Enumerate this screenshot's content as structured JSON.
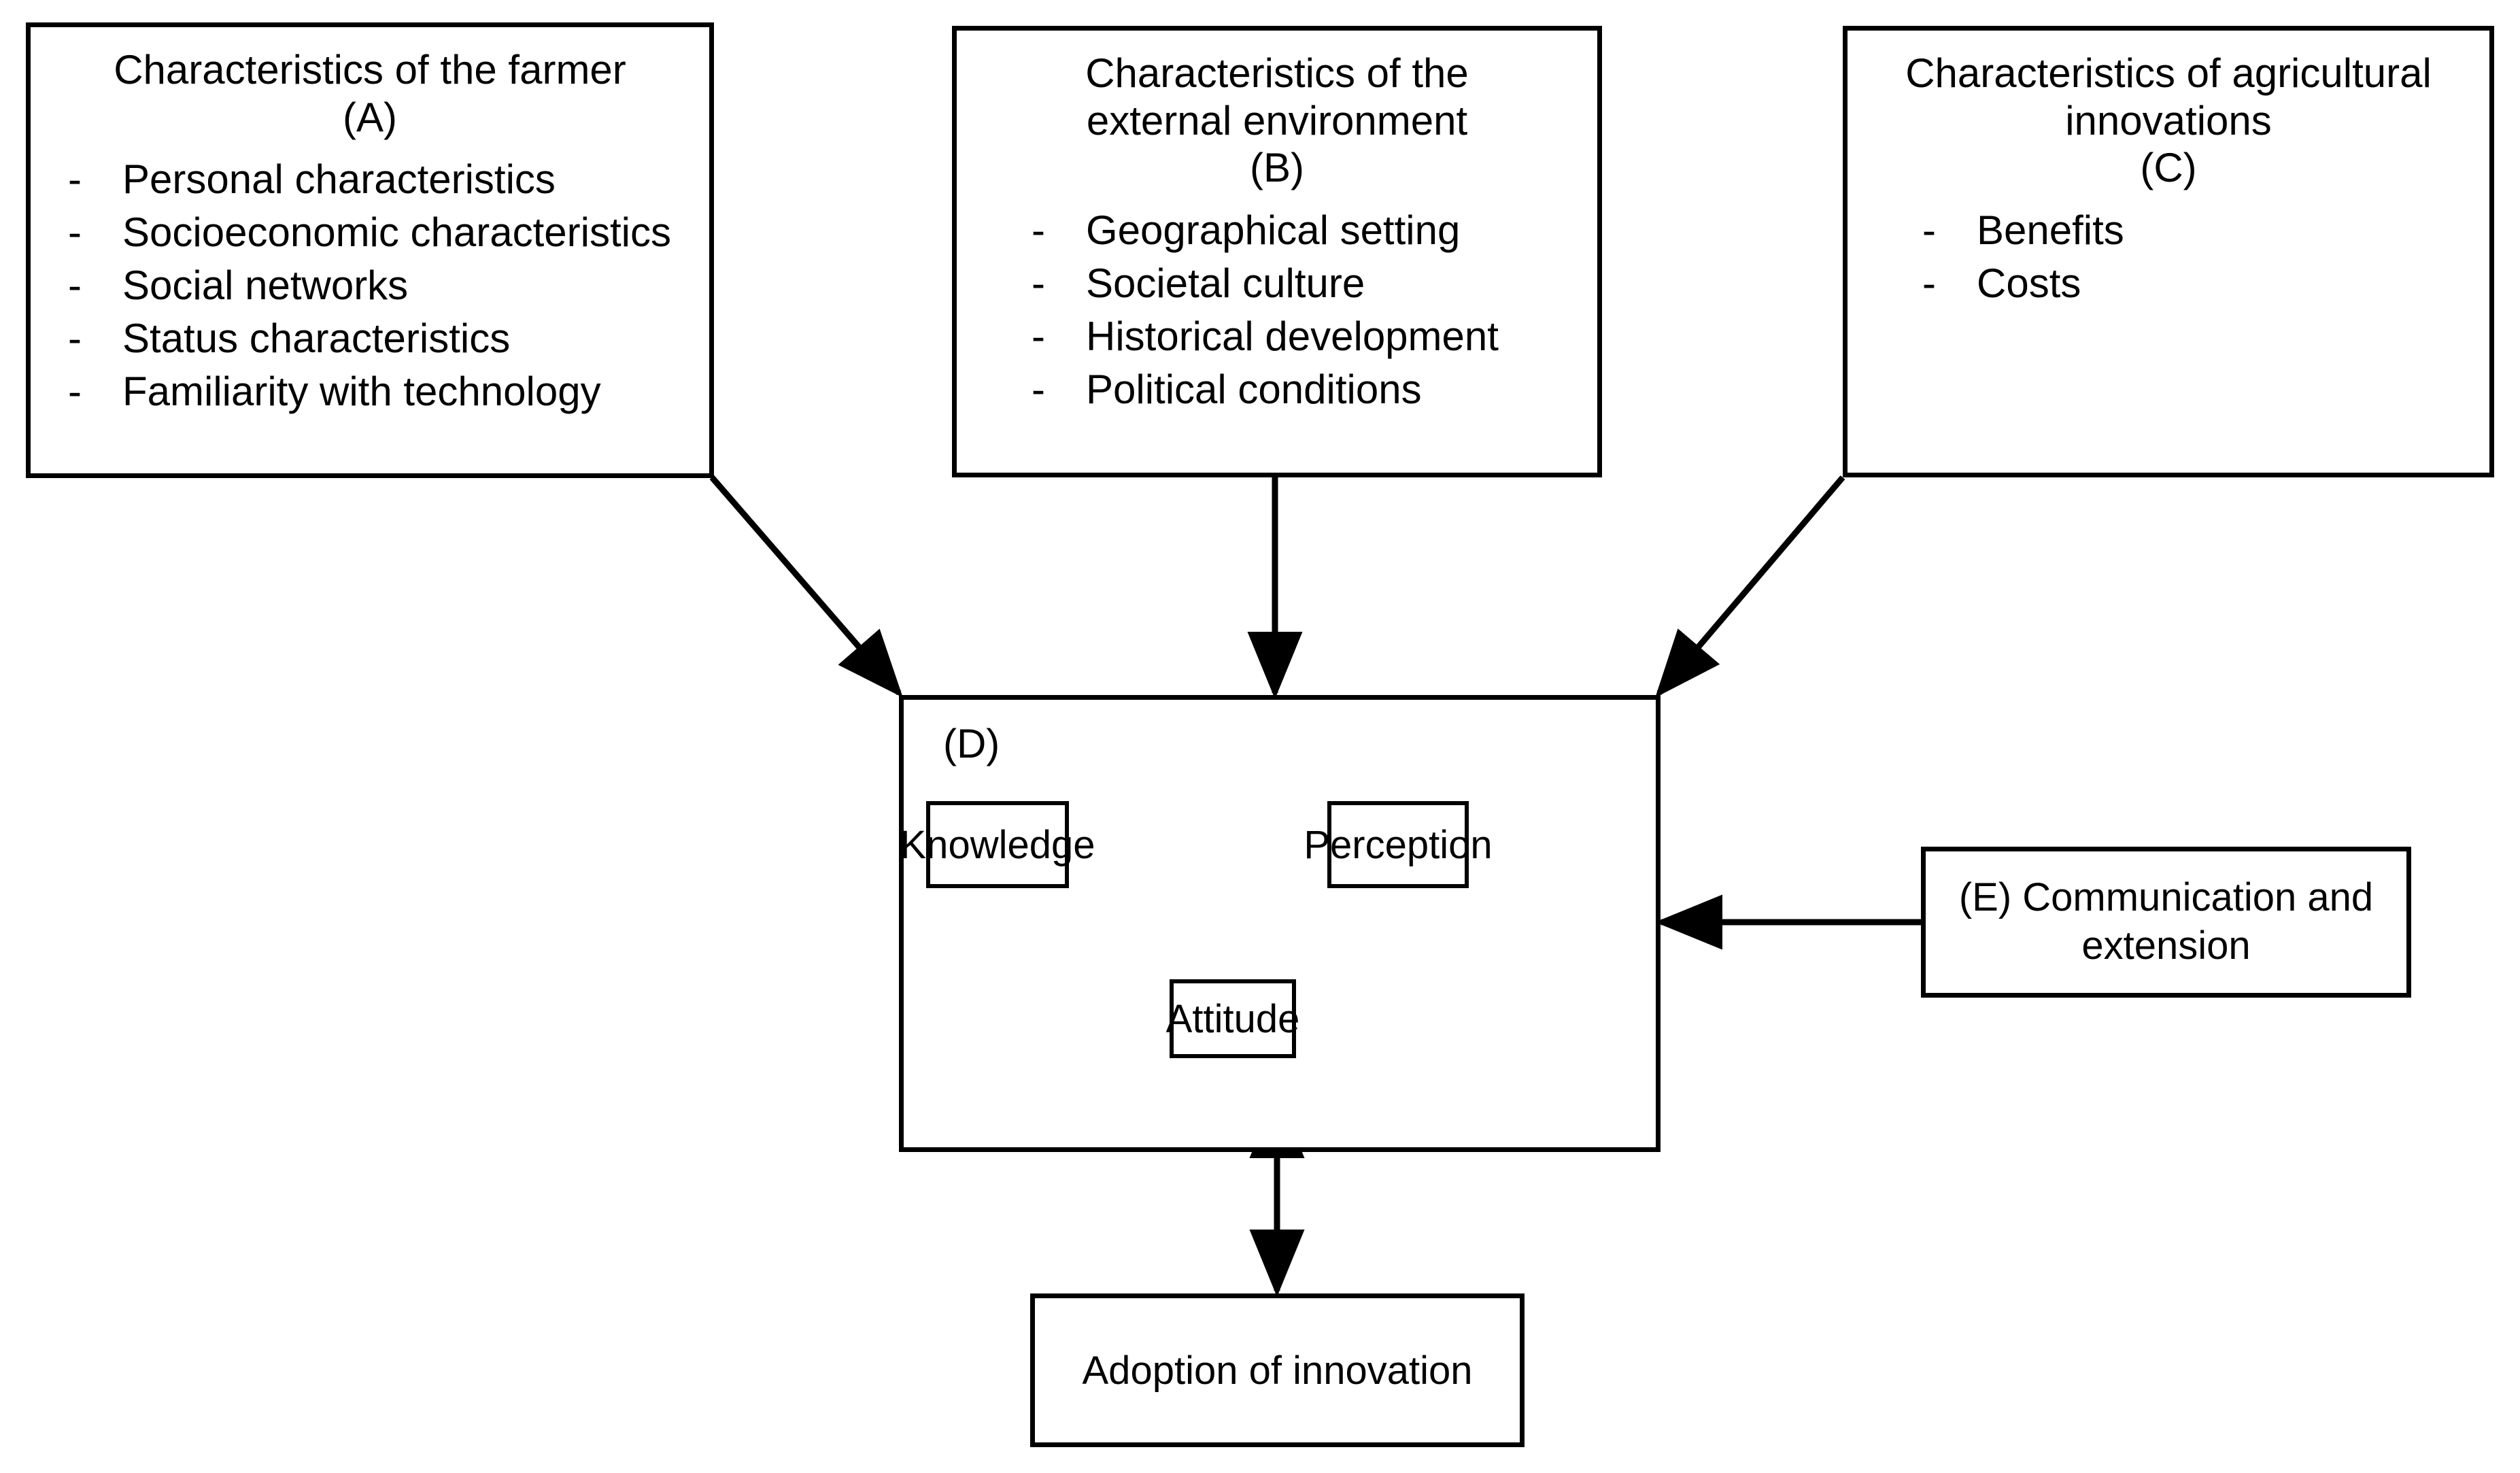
{
  "diagram": {
    "title": "Conceptual framework of agricultural innovation adoption",
    "stroke_color": "#000000",
    "background_color": "#ffffff"
  },
  "boxes": {
    "a": {
      "title": "Characteristics of the farmer",
      "tag": "(A)",
      "bullets": [
        "Personal characteristics",
        "Socioeconomic characteristics",
        "Social networks",
        "Status characteristics",
        "Familiarity with technology"
      ],
      "bullet_marker": "-"
    },
    "b": {
      "title": "Characteristics of the external environment",
      "tag": "(B)",
      "bullets": [
        "Geographical setting",
        "Societal culture",
        "Historical development",
        "Political conditions"
      ],
      "bullet_marker": "-"
    },
    "c": {
      "title": "Characteristics of agricultural innovations",
      "tag": "(C)",
      "bullets": [
        "Benefits",
        "Costs"
      ],
      "bullet_marker": "-"
    },
    "d": {
      "tag": "(D)",
      "nodes": {
        "knowledge": "Knowledge",
        "perception": "Perception",
        "attitude": "Attitude"
      }
    },
    "e": {
      "text_line_1": "(E) Communication and",
      "text_line_2": "extension"
    },
    "adoption": {
      "label": "Adoption of innovation"
    }
  }
}
